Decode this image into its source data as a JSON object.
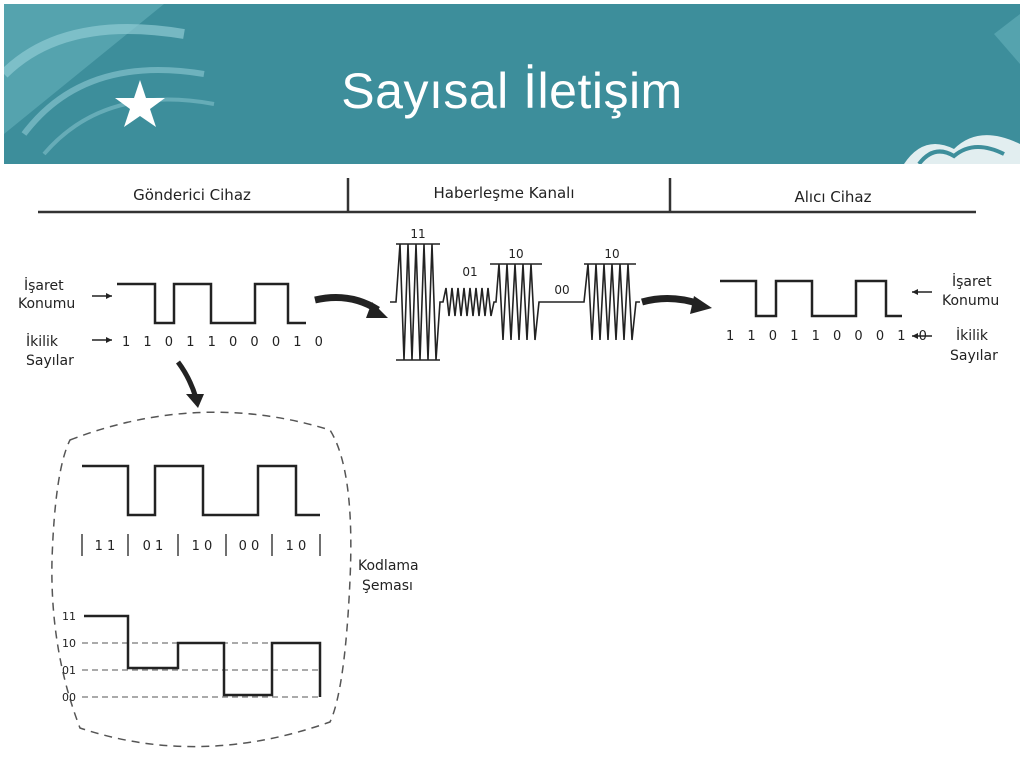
{
  "slide": {
    "title": "Sayısal İletişim"
  },
  "header": {
    "sender": "Gönderici Cihaz",
    "channel": "Haberleşme Kanalı",
    "receiver": "Alıcı Cihaz"
  },
  "sender": {
    "signal_label_1": "İşaret",
    "signal_label_2": "Konumu",
    "binary_label_1": "İkilik",
    "binary_label_2": "Sayılar",
    "bits": "1 1 0 1 1 0 0 0 1 0"
  },
  "channel": {
    "levels": [
      "11",
      "01",
      "10",
      "00",
      "10"
    ]
  },
  "receiver": {
    "signal_label_1": "İşaret",
    "signal_label_2": "Konumu",
    "binary_label_1": "İkilik",
    "binary_label_2": "Sayılar",
    "bits": "1 1 0 1 1 0 0 0 1 0"
  },
  "coding": {
    "label_1": "Kodlama",
    "label_2": "Şeması",
    "pairs": [
      "1  1",
      "0  1",
      "1  0",
      "0  0",
      "1  0"
    ],
    "levels": [
      "11",
      "10",
      "01",
      "00"
    ]
  },
  "colors": {
    "banner": "#3d8e9b",
    "banner_light": "#6db7c2",
    "ink": "#222222"
  }
}
